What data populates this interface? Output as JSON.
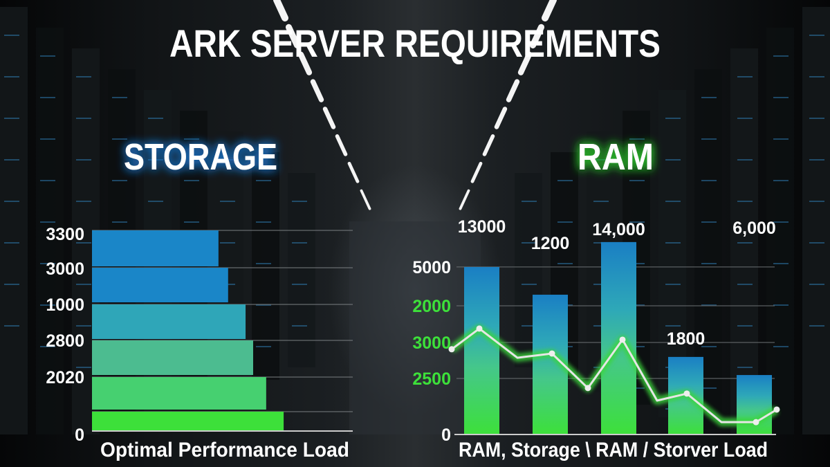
{
  "title": "ARK SERVER REQUIREMENTS",
  "colors": {
    "blue": "#1a86c8",
    "teal": "#2fa6b8",
    "green": "#3de03a",
    "line": "#e6e6e6",
    "glow": "#3ad63a"
  },
  "chart_data": [
    {
      "type": "bar",
      "orientation": "horizontal",
      "title": "STORAGE",
      "xlabel": "Optimal Performance Load",
      "y_tick_labels": [
        "3300",
        "3000",
        "1000",
        "2800",
        "2020",
        "0"
      ],
      "values_percent_of_axis": [
        48.5,
        52.2,
        58.9,
        61.8,
        66.8,
        73.5
      ],
      "bar_colors": [
        "#1a86c8",
        "#1a86c8",
        "#2fa6b8",
        "#4cbc90",
        "#46d070",
        "#3de03a"
      ],
      "grid": true
    },
    {
      "type": "bar",
      "title": "RAM",
      "xlabel": "RAM, Storage \\ RAM / Storver Load",
      "y_tick_labels": [
        {
          "label": "5000",
          "color": "#ffffff",
          "level": 78.6
        },
        {
          "label": "2000",
          "color": "#3de03a",
          "level": 60.4
        },
        {
          "label": "3000",
          "color": "#3de03a",
          "level": 43.2
        },
        {
          "label": "2500",
          "color": "#3de03a",
          "level": 26.3
        },
        {
          "label": "0",
          "color": "#ffffff",
          "level": 0
        }
      ],
      "ylim": [
        0,
        100
      ],
      "bar_values": [
        78.6,
        65.6,
        90.3,
        36.4,
        27.9
      ],
      "data_labels": [
        "13000",
        "1200",
        "14,000",
        "1800",
        "6,000"
      ],
      "line_series": {
        "x": [
          0,
          0.4,
          0.95,
          1.45,
          1.97,
          2.47,
          2.97,
          3.4,
          3.9,
          4.4,
          4.7
        ],
        "y": [
          40,
          49.7,
          36,
          38,
          21.8,
          44.5,
          15.9,
          19.2,
          5.8,
          5.8,
          11.7
        ],
        "markers": [
          0,
          1,
          3,
          4,
          5,
          7,
          9,
          10
        ]
      },
      "grid": true
    }
  ]
}
